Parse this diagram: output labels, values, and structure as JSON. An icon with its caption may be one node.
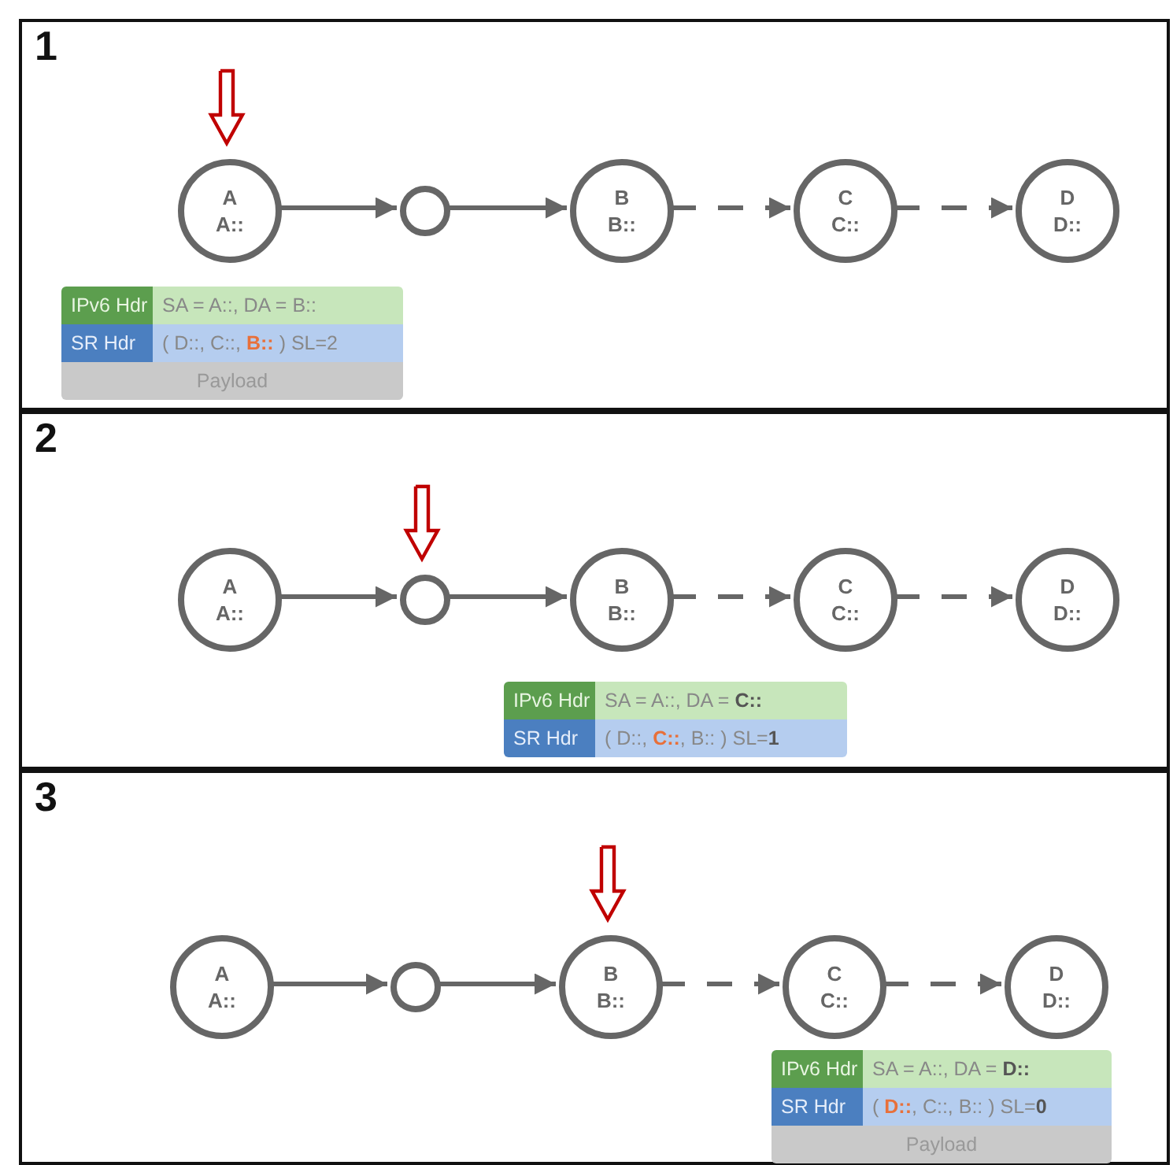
{
  "diagram": {
    "nodes": [
      {
        "text": [
          "1"
        ]
      },
      {
        "text": [
          "A",
          "A::"
        ],
        "in": 0
      },
      {
        "text": [],
        "shape": "circle",
        "in": 0
      },
      {
        "text": [
          "B",
          "B::"
        ],
        "in": 0
      },
      {
        "text": [
          "C",
          "C::"
        ],
        "in": 0
      },
      {
        "text": [
          "D",
          "D::"
        ],
        "in": 0
      },
      {
        "text": [
          "IPv6 Hdr",
          "SA = A::, DA = B::",
          "SR Hdr",
          "( D::, C::, **B::** ) SL=2",
          "Payload"
        ],
        "in": 0
      },
      {
        "text": [
          "2"
        ]
      },
      {
        "text": [
          "A",
          "A::"
        ],
        "in": 7
      },
      {
        "text": [],
        "shape": "circle",
        "in": 7
      },
      {
        "text": [
          "B",
          "B::"
        ],
        "in": 7
      },
      {
        "text": [
          "C",
          "C::"
        ],
        "in": 7
      },
      {
        "text": [
          "D",
          "D::"
        ],
        "in": 7
      },
      {
        "text": [
          "IPv6 Hdr",
          "SA = A::, DA = **C::**",
          "SR Hdr",
          "( D::, **C::**, B:: ) SL=**1**"
        ],
        "in": 7
      },
      {
        "text": [
          "3"
        ]
      },
      {
        "text": [
          "A",
          "A::"
        ],
        "in": 14
      },
      {
        "text": [],
        "shape": "circle",
        "in": 14
      },
      {
        "text": [
          "B",
          "B::"
        ],
        "in": 14
      },
      {
        "text": [
          "C",
          "C::"
        ],
        "in": 14
      },
      {
        "text": [
          "D",
          "D::"
        ],
        "in": 14
      },
      {
        "text": [
          "IPv6 Hdr",
          "SA = A::, DA = **D::**",
          "SR Hdr",
          "( **D::**, C::, B:: ) SL=**0**",
          "Payload"
        ],
        "in": 14
      }
    ],
    "edges": [
      {
        "from": null,
        "to": 1,
        "arrow": "to",
        "color": "#c00000"
      },
      {
        "from": 1,
        "to": 2,
        "arrow": "to"
      },
      {
        "from": 2,
        "to": 3,
        "arrow": "to"
      },
      {
        "from": 3,
        "to": 4,
        "arrow": "to",
        "style": "dashed"
      },
      {
        "from": 4,
        "to": 5,
        "arrow": "to",
        "style": "dashed"
      },
      {
        "from": null,
        "to": 9,
        "arrow": "to",
        "color": "#c00000"
      },
      {
        "from": 8,
        "to": 9,
        "arrow": "to"
      },
      {
        "from": 9,
        "to": 10,
        "arrow": "to"
      },
      {
        "from": 10,
        "to": 11,
        "arrow": "to",
        "style": "dashed"
      },
      {
        "from": 11,
        "to": 12,
        "arrow": "to",
        "style": "dashed"
      },
      {
        "from": null,
        "to": 17,
        "arrow": "to",
        "color": "#c00000"
      },
      {
        "from": 15,
        "to": 16,
        "arrow": "to"
      },
      {
        "from": 16,
        "to": 17,
        "arrow": "to"
      },
      {
        "from": 17,
        "to": 18,
        "arrow": "to",
        "style": "dashed"
      },
      {
        "from": 18,
        "to": 19,
        "arrow": "to",
        "style": "dashed"
      }
    ]
  }
}
